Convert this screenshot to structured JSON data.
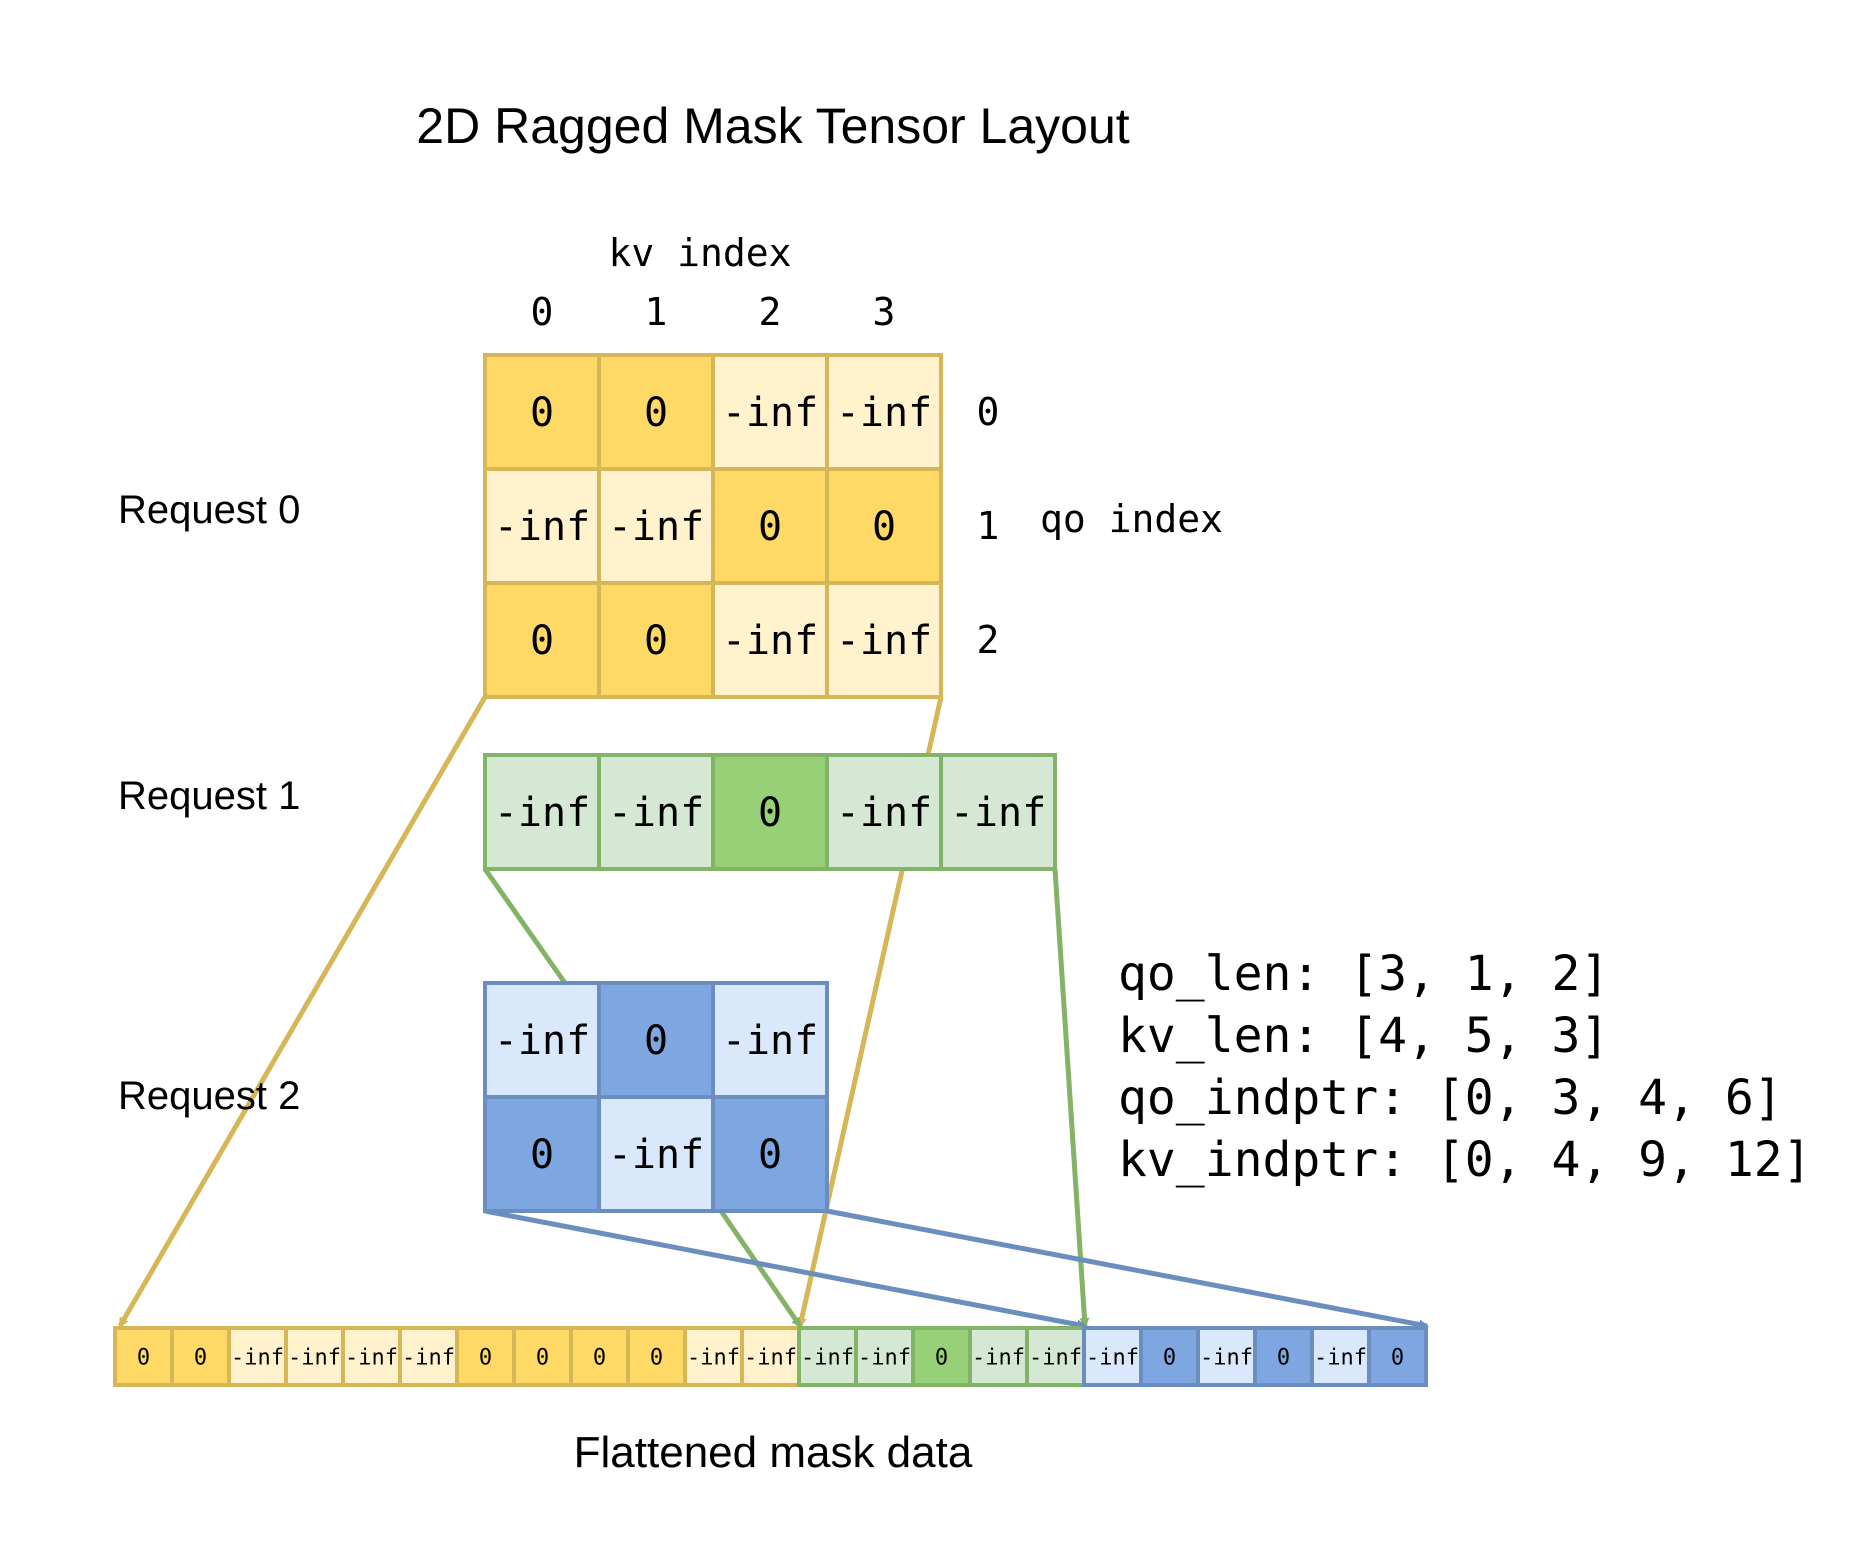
{
  "title": "2D Ragged Mask Tensor Layout",
  "kv_axis_label": "kv index",
  "kv_indices": [
    "0",
    "1",
    "2",
    "3"
  ],
  "qo_axis_label": "qo index",
  "qo_indices": [
    "0",
    "1",
    "2"
  ],
  "colors": {
    "yellow_dark": "#FFD966",
    "yellow_light": "#FFF2CC",
    "yellow_stroke": "#D6B656",
    "green_dark": "#97D077",
    "green_light": "#D5E8D4",
    "green_stroke": "#82B366",
    "blue_dark": "#7EA6E0",
    "blue_light": "#DAE8FC",
    "blue_stroke": "#6C8EBF"
  },
  "requests": [
    {
      "label": "Request 0",
      "color": "yellow",
      "rows": [
        [
          "0",
          "0",
          "-inf",
          "-inf"
        ],
        [
          "-inf",
          "-inf",
          "0",
          "0"
        ],
        [
          "0",
          "0",
          "-inf",
          "-inf"
        ]
      ]
    },
    {
      "label": "Request 1",
      "color": "green",
      "rows": [
        [
          "-inf",
          "-inf",
          "0",
          "-inf",
          "-inf"
        ]
      ]
    },
    {
      "label": "Request 2",
      "color": "blue",
      "rows": [
        [
          "-inf",
          "0",
          "-inf"
        ],
        [
          "0",
          "-inf",
          "0"
        ]
      ]
    }
  ],
  "info_lines": [
    "qo_len: [3, 1, 2]",
    "kv_len: [4, 5, 3]",
    "qo_indptr: [0, 3, 4, 6]",
    "kv_indptr: [0, 4, 9, 12]"
  ],
  "flattened_label": "Flattened mask data"
}
